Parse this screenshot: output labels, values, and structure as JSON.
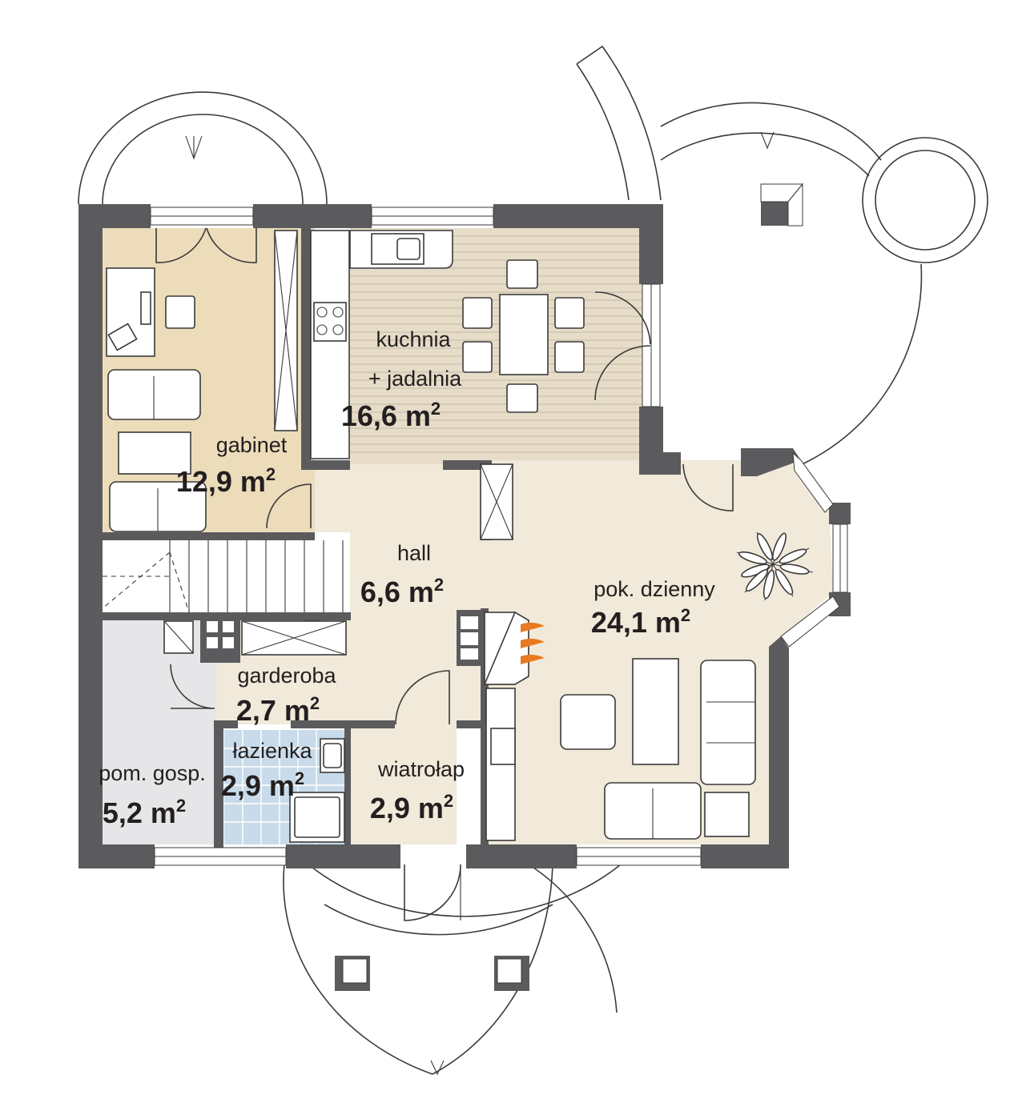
{
  "colors": {
    "wall": "#5b5b5d",
    "gabinet_floor": "#ecdcba",
    "kuchnia_floor": "#e6dcc8",
    "hall_floor": "#f1e9d9",
    "gosp_floor": "#e6e6e8",
    "lazienka_floor": "#c9dbea",
    "fireplace_flame": "#e97a1f"
  },
  "rooms": [
    {
      "id": "gabinet",
      "name": "gabinet",
      "area": "12,9 m",
      "sup": "2"
    },
    {
      "id": "kuchnia",
      "name": "kuchnia",
      "name2": "+ jadalnia",
      "area": "16,6 m",
      "sup": "2"
    },
    {
      "id": "hall",
      "name": "hall",
      "area": "6,6 m",
      "sup": "2"
    },
    {
      "id": "pokoj",
      "name": "pok. dzienny",
      "area": "24,1 m",
      "sup": "2"
    },
    {
      "id": "garderoba",
      "name": "garderoba",
      "area": "2,7 m",
      "sup": "2"
    },
    {
      "id": "lazienka",
      "name": "łazienka",
      "area": "2,9 m",
      "sup": "2"
    },
    {
      "id": "gosp",
      "name": "pom. gosp.",
      "area": "5,2 m",
      "sup": "2"
    },
    {
      "id": "wiatrolap",
      "name": "wiatrołap",
      "area": "2,9 m",
      "sup": "2"
    }
  ]
}
